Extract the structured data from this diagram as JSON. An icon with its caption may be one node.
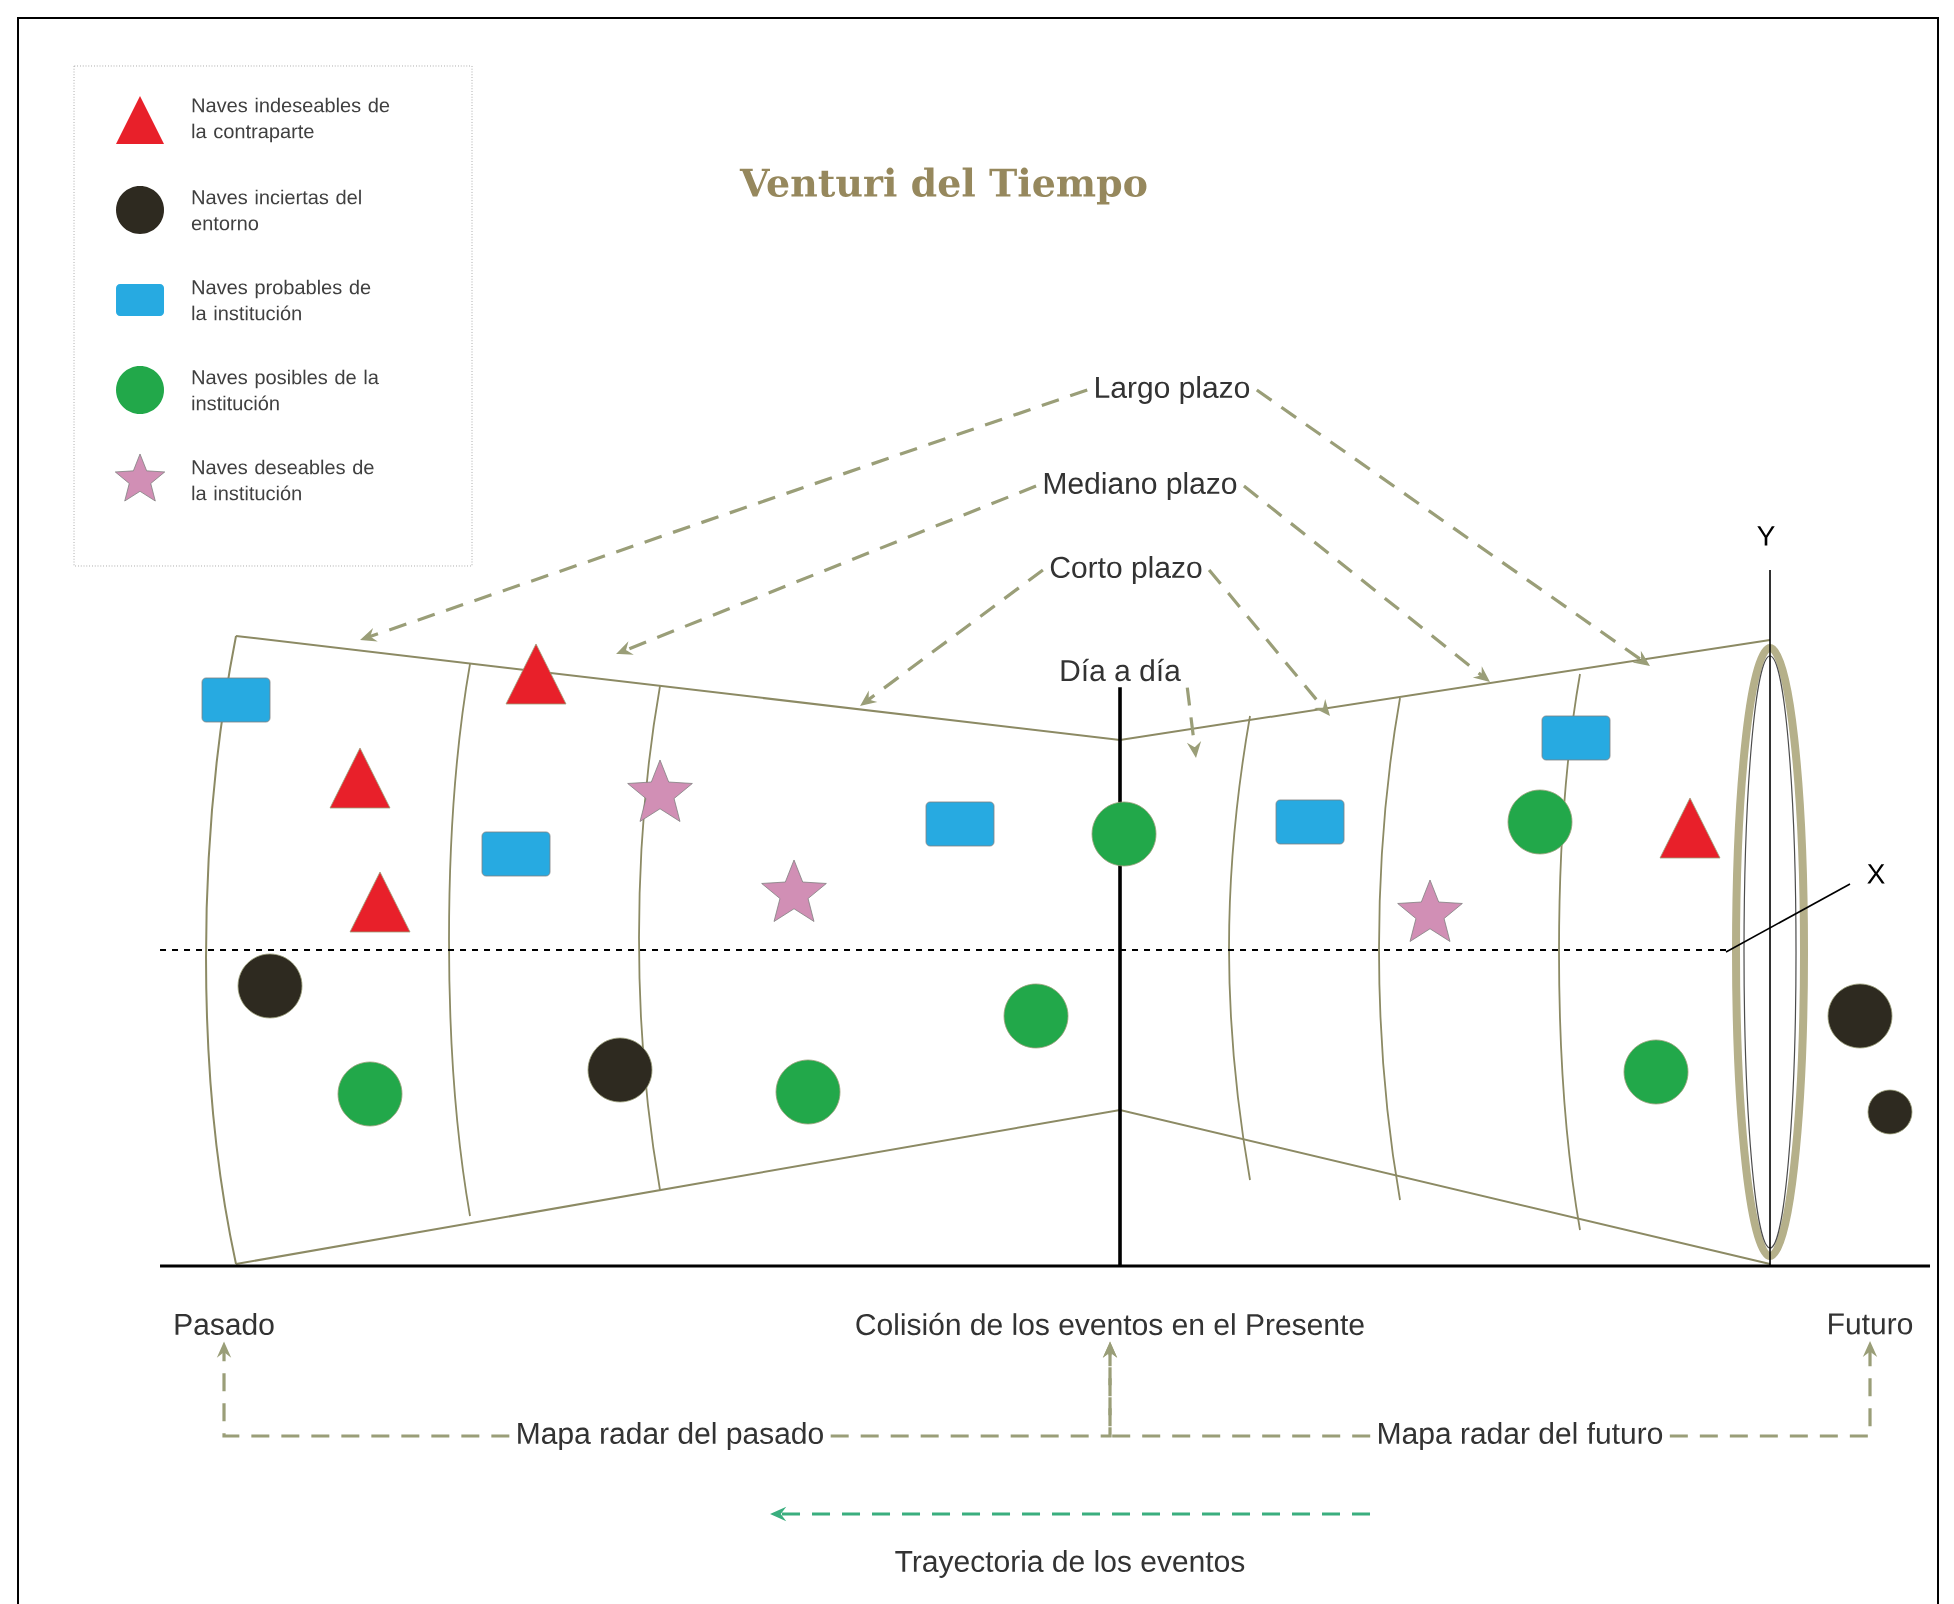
{
  "diagram": {
    "title": "Venturi del Tiempo",
    "nodes": [
      {
        "text": [
          "Largo plazo"
        ]
      },
      {
        "text": [
          "Mediano plazo"
        ]
      },
      {
        "text": [
          "Corto plazo"
        ]
      },
      {
        "text": [
          "Día a día"
        ]
      },
      {
        "text": [
          "Pasado"
        ]
      },
      {
        "text": [
          "Colisión de los eventos en el Presente"
        ]
      },
      {
        "text": [
          "Futuro"
        ]
      },
      {
        "text": [
          "Mapa radar del pasado"
        ]
      },
      {
        "text": [
          "Mapa radar del futuro"
        ]
      }
    ],
    "edges": [
      {
        "from": 0,
        "to": null,
        "arrow": "to",
        "style": "dashed"
      },
      {
        "from": 0,
        "to": null,
        "arrow": "to",
        "style": "dashed"
      },
      {
        "from": 1,
        "to": null,
        "arrow": "to",
        "style": "dashed"
      },
      {
        "from": 1,
        "to": null,
        "arrow": "to",
        "style": "dashed"
      },
      {
        "from": 2,
        "to": null,
        "arrow": "to",
        "style": "dashed"
      },
      {
        "from": 2,
        "to": null,
        "arrow": "to",
        "style": "dashed"
      },
      {
        "from": 3,
        "to": null,
        "arrow": "to",
        "style": "dashed"
      },
      {
        "from": 7,
        "to": 4,
        "arrow": "to",
        "style": "dashed"
      },
      {
        "from": 7,
        "to": 5,
        "arrow": "to",
        "style": "dashed"
      },
      {
        "from": 8,
        "to": 5,
        "arrow": "to",
        "style": "dashed"
      },
      {
        "from": 8,
        "to": 6,
        "arrow": "to",
        "style": "dashed"
      }
    ],
    "labels": [
      "Y",
      "X",
      "Trayectoria de los eventos"
    ],
    "legend": [
      {
        "text": "Naves indeseables de la contraparte",
        "color": "#e8202a"
      },
      {
        "text": "Naves inciertas del entorno",
        "color": "#2e2a20"
      },
      {
        "text": "Naves probables de la institución",
        "color": "#27aae1"
      },
      {
        "text": "Naves posibles de la institución",
        "color": "#22a84a"
      },
      {
        "text": "Naves deseables de la institución",
        "color": "#d18fb5"
      }
    ]
  }
}
